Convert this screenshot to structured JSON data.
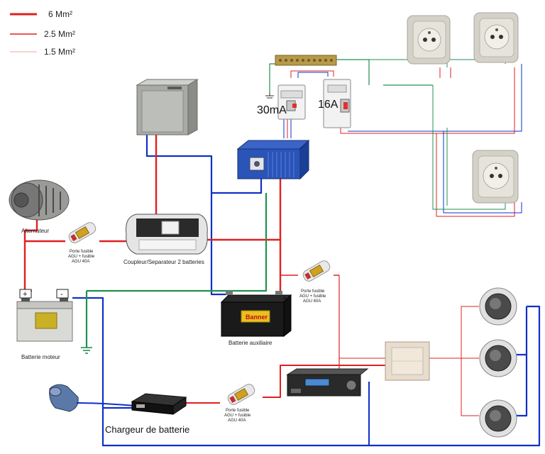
{
  "legend": {
    "items": [
      {
        "label": "6 Mm²",
        "color": "#e02020"
      },
      {
        "label": "2.5 Mm²",
        "color": "#e02020"
      },
      {
        "label": "1.5 Mm²",
        "color": "#e02020"
      }
    ]
  },
  "wire_colors": {
    "positive": "#e02020",
    "negative": "#1030c8",
    "earth": "#209050"
  },
  "labels": {
    "alternator": "Alternateur",
    "fuse_holder_line1": "Porte fusible",
    "fuse_holder_line2": "AGU + fusible",
    "fuse_holder_line3": "AGU 40A",
    "coupler": "Coupleur/Separateur 2 batteries",
    "engine_battery": "Batterie moteur",
    "aux_battery": "Batterie auxiliaire",
    "charger": "Chargeur de batterie",
    "breaker_30ma": "30mA",
    "breaker_16a": "16A",
    "plus": "+",
    "minus": "-",
    "aux_plus": "+",
    "battery_brand": "Banner"
  }
}
